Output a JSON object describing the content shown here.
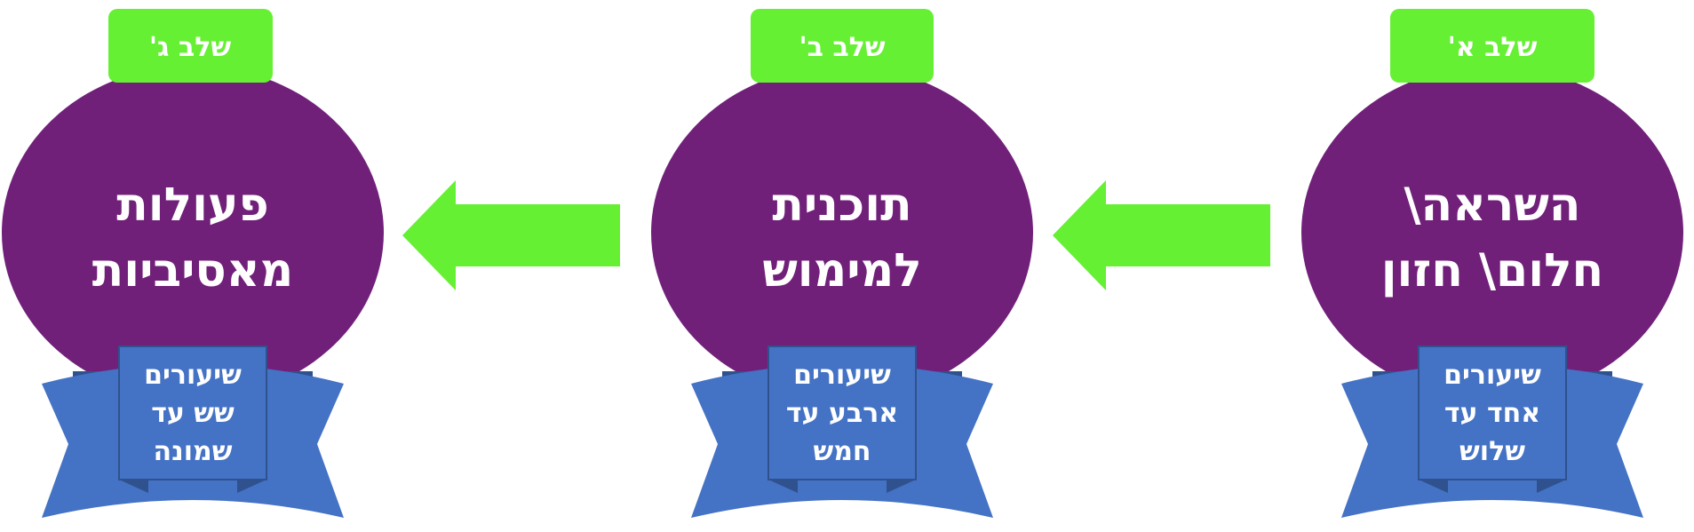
{
  "colors": {
    "circle": "#71207a",
    "tag": "#66f033",
    "arrow": "#66f033",
    "ribbon": "#4472c4",
    "ribbon_dark": "#2f528f",
    "text": "#ffffff"
  },
  "stages": [
    {
      "tag": "שלב א'",
      "title_lines": [
        "השראה\\",
        "חלום\\ חזון"
      ],
      "ribbon_lines": [
        "שיעורים",
        "אחד עד",
        "שלוש"
      ]
    },
    {
      "tag": "שלב ב'",
      "title_lines": [
        "תוכנית",
        "למימוש"
      ],
      "ribbon_lines": [
        "שיעורים",
        "ארבע עד",
        "חמש"
      ]
    },
    {
      "tag": "שלב ג'",
      "title_lines": [
        "פעולות",
        "מאסיביות"
      ],
      "ribbon_lines": [
        "שיעורים",
        "שש עד",
        "שמונה"
      ]
    }
  ],
  "arrows": [
    {
      "from": "שלב א'",
      "to": "שלב ב'"
    },
    {
      "from": "שלב ב'",
      "to": "שלב ג'"
    }
  ]
}
